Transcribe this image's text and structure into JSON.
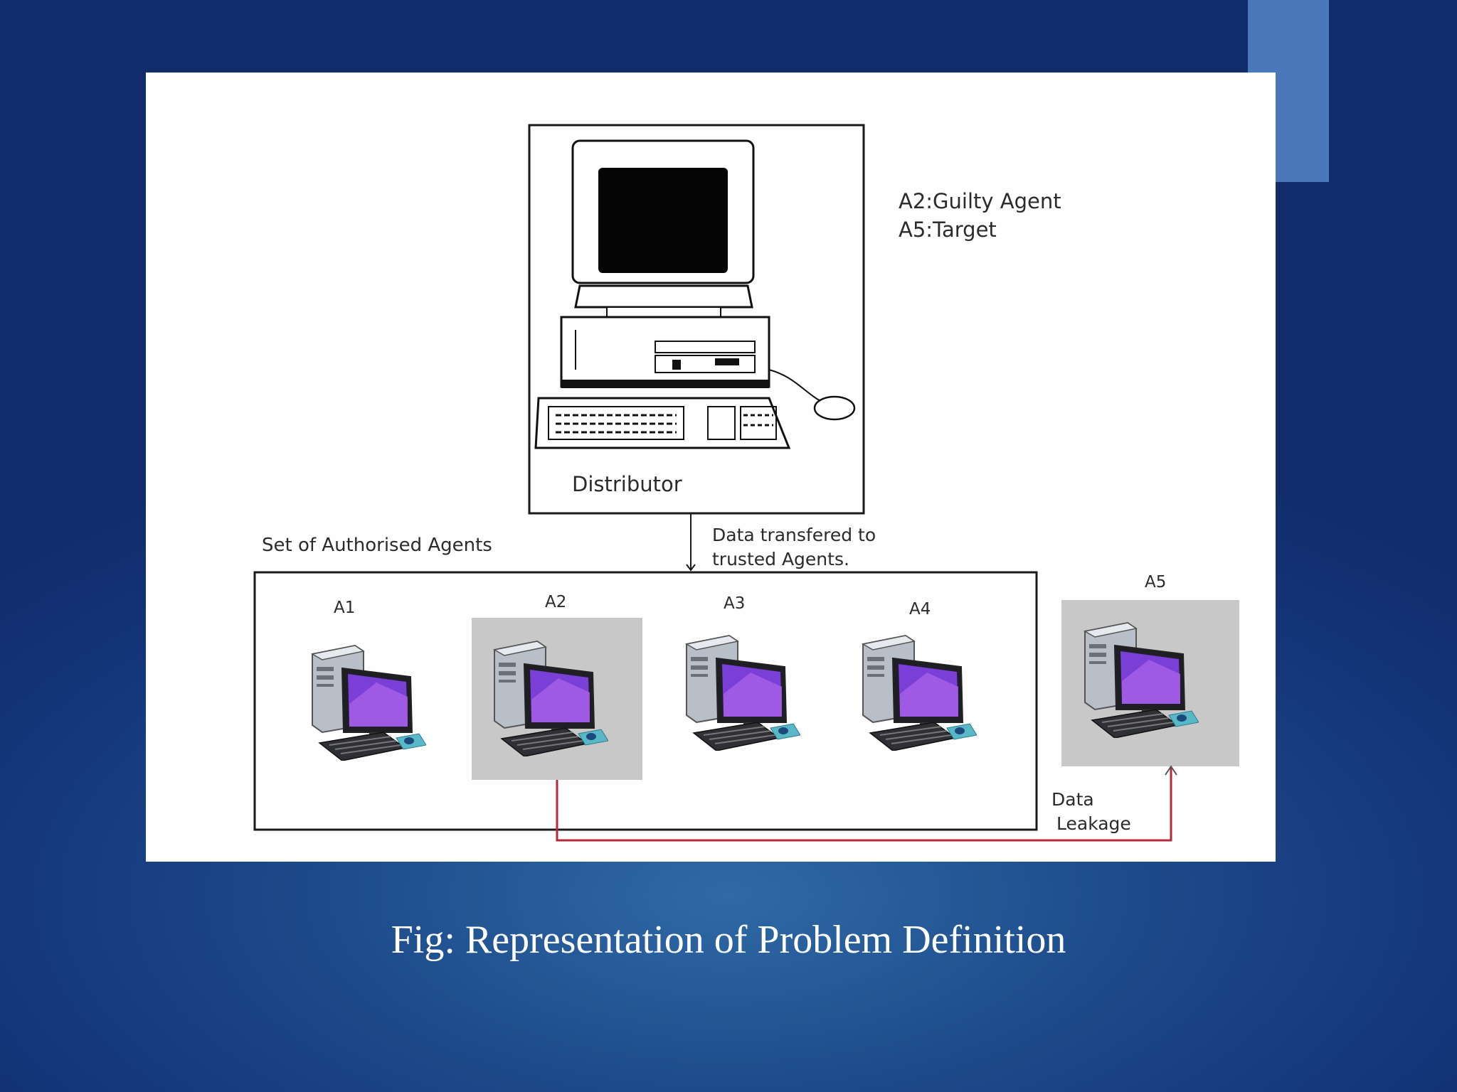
{
  "legend": [
    "A2:Guilty Agent",
    "A5:Target"
  ],
  "distributor_label": "Distributor",
  "group_label": "Set of Authorised Agents",
  "transfer_label": [
    "Data transfered to",
    "trusted Agents."
  ],
  "agents": [
    "A1",
    "A2",
    "A3",
    "A4",
    "A5"
  ],
  "guilty_agent": "A2",
  "target_agent": "A5",
  "leak_label": [
    "Data",
    "Leakage"
  ],
  "caption": "Fig: Representation of Problem Definition",
  "colors": {
    "background": "#14357a",
    "accent_tab": "#4a78bb",
    "leak_arrow": "#b52a3a",
    "highlight_box": "#c8c8c8",
    "screen": "#7a3fd6"
  }
}
